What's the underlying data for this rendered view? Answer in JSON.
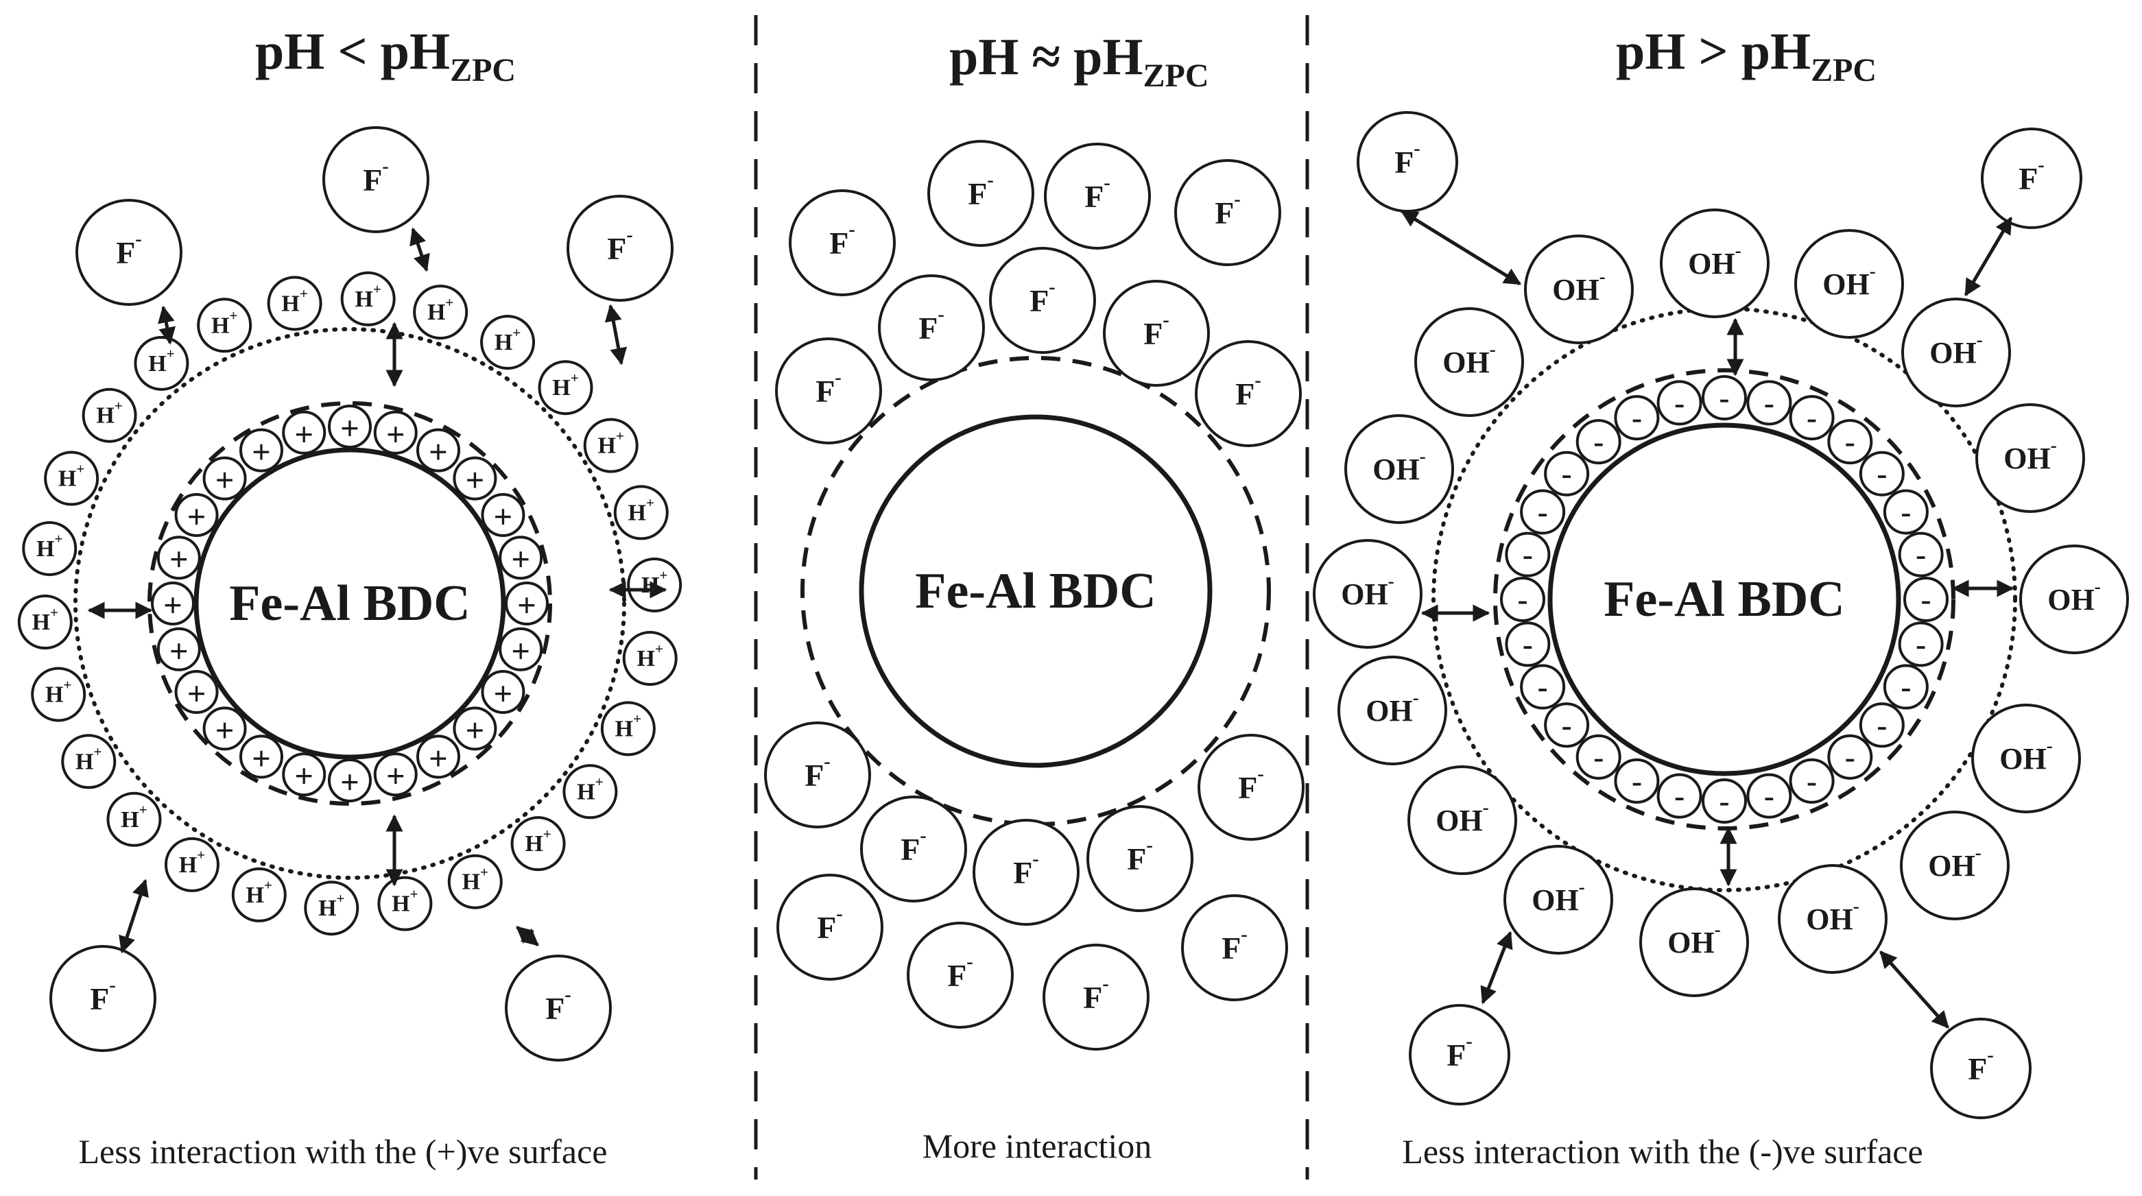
{
  "panels": [
    {
      "title": "pH < pH",
      "title_sub": "ZPC",
      "core_label": "Fe-Al BDC",
      "surface_sign": "+",
      "counter_ion": "H",
      "counter_ion_sup": "+",
      "fluoride": "F",
      "fluoride_sup": "-",
      "caption": "Less interaction with the (+)ve surface"
    },
    {
      "title": "pH ≈ pH",
      "title_sub": "ZPC",
      "core_label": "Fe-Al BDC",
      "fluoride": "F",
      "fluoride_sup": "-",
      "caption": "More interaction"
    },
    {
      "title": "pH > pH",
      "title_sub": "ZPC",
      "core_label": "Fe-Al BDC",
      "surface_sign": "-",
      "counter_ion": "OH",
      "counter_ion_sup": "-",
      "fluoride": "F",
      "fluoride_sup": "-",
      "caption": "Less interaction with the (-)ve surface"
    }
  ]
}
